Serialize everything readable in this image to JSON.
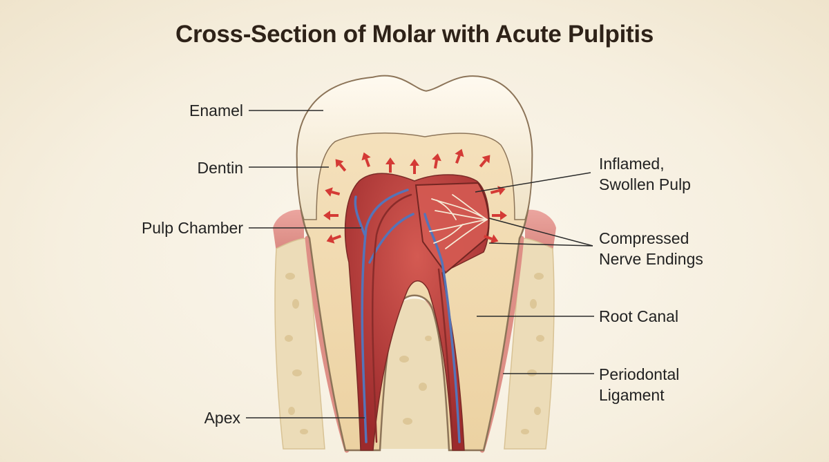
{
  "title": "Cross-Section of Molar with Acute Pulpitis",
  "labels": {
    "enamel": "Enamel",
    "dentin": "Dentin",
    "pulp_chamber": "Pulp Chamber",
    "apex": "Apex",
    "inflamed_line1": "Inflamed,",
    "inflamed_line2": "Swollen Pulp",
    "nerve_line1": "Compressed",
    "nerve_line2": "Nerve Endings",
    "root_canal": "Root Canal",
    "perio_line1": "Periodontal",
    "perio_line2": "Ligament"
  },
  "colors": {
    "enamel": "#f5ecd8",
    "dentin": "#f0d9ad",
    "pulp": "#b83a38",
    "vein": "#5574b8",
    "gum": "#e39a94",
    "bone": "#ecdcb8",
    "arrow": "#d43a35",
    "outline": "#8c7458"
  }
}
